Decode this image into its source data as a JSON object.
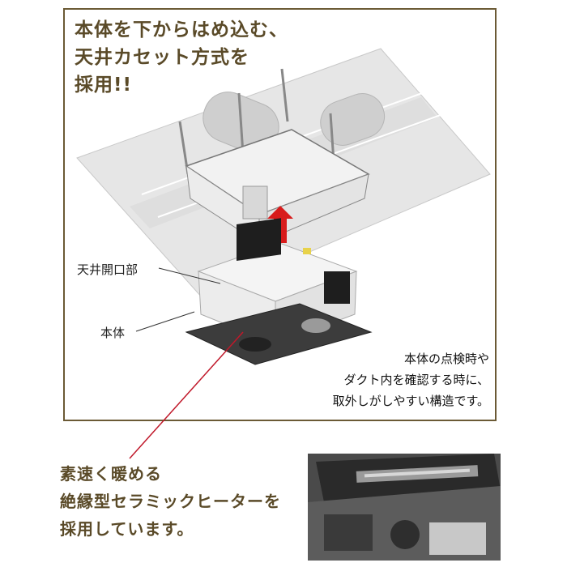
{
  "headline": {
    "line1": "本体を下からはめ込む、",
    "line2": "天井カセット方式を",
    "line3": "採用!!"
  },
  "callouts": {
    "ceiling_opening": "天井開口部",
    "main_body": "本体"
  },
  "description": {
    "line1": "本体の点検時や",
    "line2": "ダクト内を確認する時に、",
    "line3": "取外しがしやすい構造です。"
  },
  "heater_text": {
    "line1": "素速く暖める",
    "line2": "絶縁型セラミックヒーターを",
    "line3": "採用しています。"
  },
  "colors": {
    "headline": "#5a4a28",
    "frame": "#6b5a35",
    "arrow": "#d81b1b",
    "leader_line": "#c0182a"
  }
}
